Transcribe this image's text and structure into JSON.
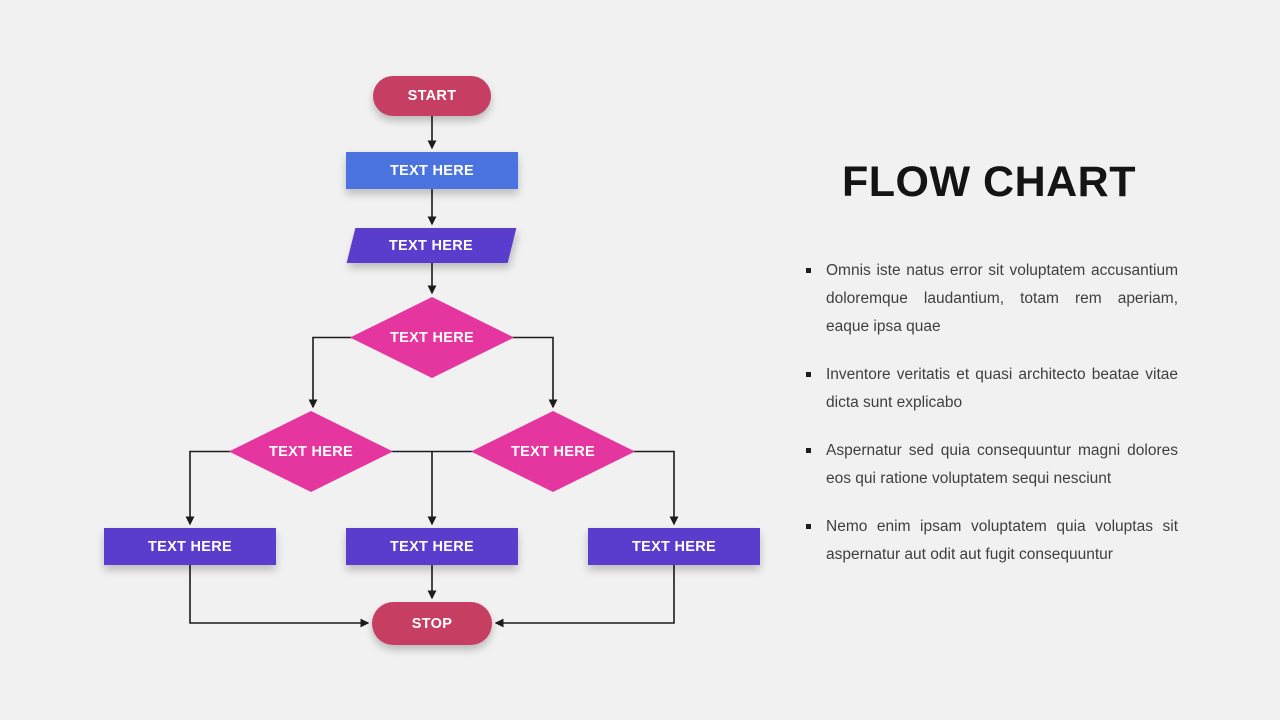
{
  "slide": {
    "background_color": "#f1f1f1",
    "title": "FLOW CHART"
  },
  "colors": {
    "terminal_pink": "#c73e63",
    "process_blue": "#4a73e0",
    "io_purple": "#5b3dce",
    "decision_magenta": "#e5359e",
    "connector_black": "#1c1c1c",
    "title_text": "#141414",
    "body_text": "#3f3f3f"
  },
  "flowchart": {
    "start": {
      "label": "START",
      "shape": "rounded-pill"
    },
    "process1": {
      "label": "TEXT HERE",
      "shape": "rectangle"
    },
    "io1": {
      "label": "TEXT HERE",
      "shape": "parallelogram"
    },
    "decision_top": {
      "label": "TEXT HERE",
      "shape": "diamond"
    },
    "decision_left": {
      "label": "TEXT HERE",
      "shape": "diamond"
    },
    "decision_right": {
      "label": "TEXT HERE",
      "shape": "diamond"
    },
    "result_left": {
      "label": "TEXT HERE",
      "shape": "rectangle"
    },
    "result_center": {
      "label": "TEXT HERE",
      "shape": "rectangle"
    },
    "result_right": {
      "label": "TEXT HERE",
      "shape": "rectangle"
    },
    "stop": {
      "label": "STOP",
      "shape": "rounded-pill"
    },
    "edges": [
      "start -> process1",
      "process1 -> io1",
      "io1 -> decision_top",
      "decision_top -> decision_left",
      "decision_top -> decision_right",
      "decision_left -> result_left",
      "decision_left + decision_right -> result_center",
      "decision_right -> result_right",
      "result_left -> stop",
      "result_center -> stop",
      "result_right -> stop"
    ]
  },
  "bullets": [
    "Omnis iste natus error sit voluptatem accusantium doloremque laudantium, totam rem aperiam, eaque ipsa quae",
    "Inventore veritatis et quasi architecto beatae vitae dicta sunt explicabo",
    "Aspernatur sed quia consequuntur magni dolores eos qui ratione voluptatem sequi nesciunt",
    "Nemo enim ipsam voluptatem quia voluptas sit aspernatur aut odit aut fugit consequuntur"
  ]
}
